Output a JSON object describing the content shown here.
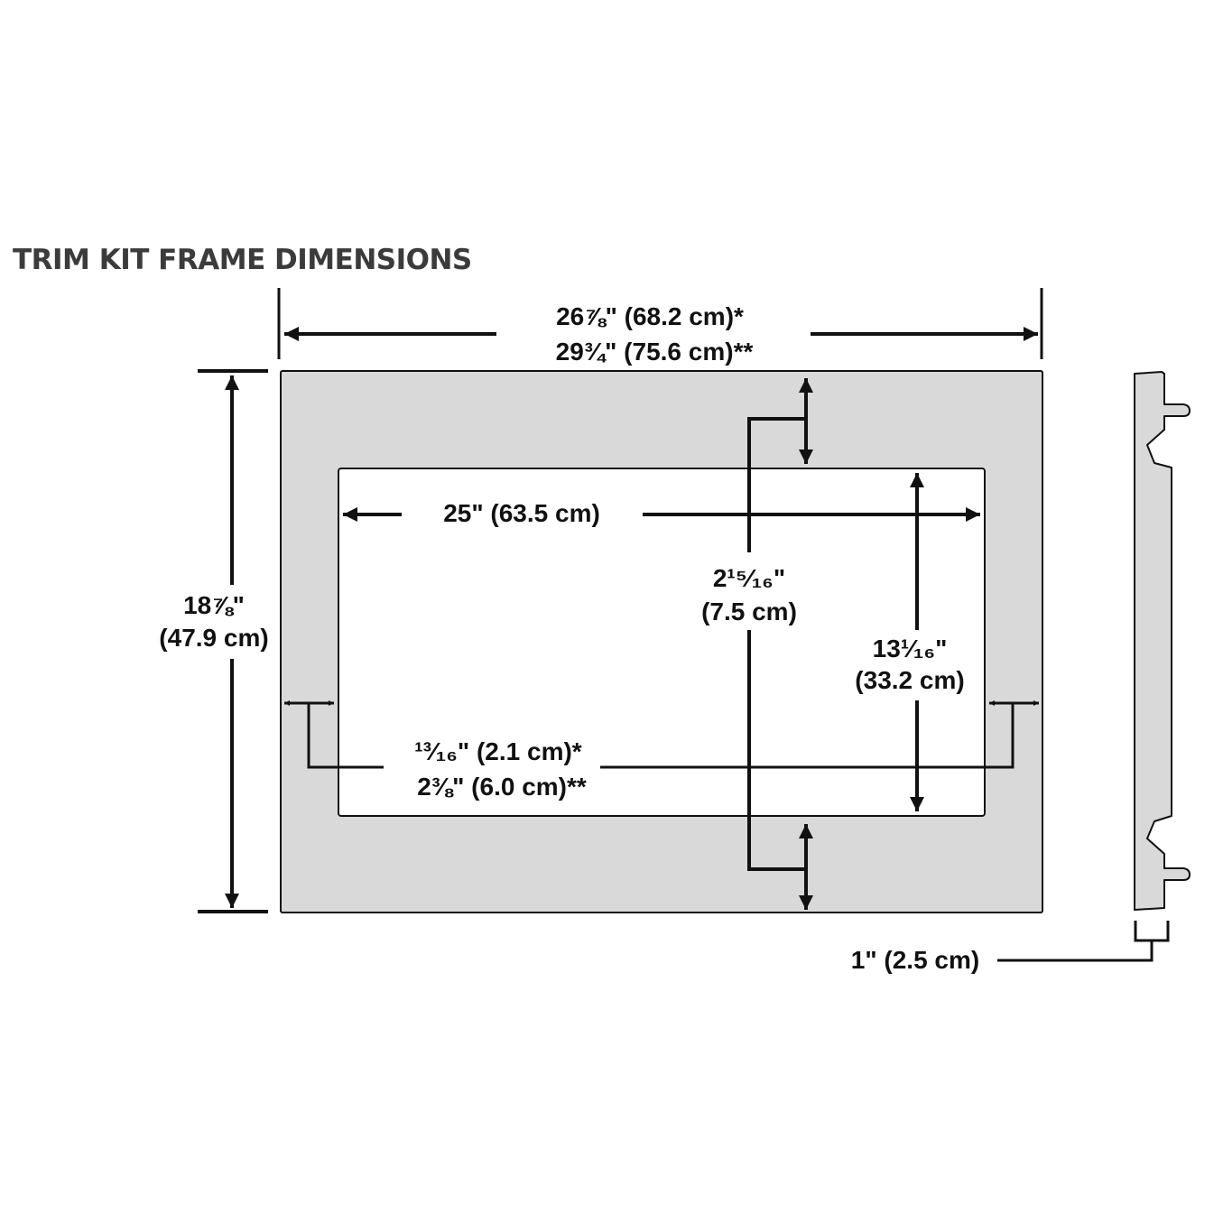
{
  "title": "TRIM KIT FRAME DIMENSIONS",
  "colors": {
    "frame_fill": "#d9d9d9",
    "line": "#111111",
    "title": "#3b3b3b"
  },
  "dimensions": {
    "overall_width_1": "26⅞\" (68.2 cm)*",
    "overall_width_2": "29¾\" (75.6 cm)**",
    "overall_height_1": "18⅞\"",
    "overall_height_2": "(47.9 cm)",
    "opening_width": "25\" (63.5 cm)",
    "top_border_1": "2¹⁵⁄₁₆\"",
    "top_border_2": "(7.5 cm)",
    "opening_height_1": "13¹⁄₁₆\"",
    "opening_height_2": "(33.2 cm)",
    "side_border_1": "¹³⁄₁₆\" (2.1 cm)*",
    "side_border_2": "2⅜\" (6.0 cm)**",
    "depth": "1\" (2.5 cm)"
  }
}
